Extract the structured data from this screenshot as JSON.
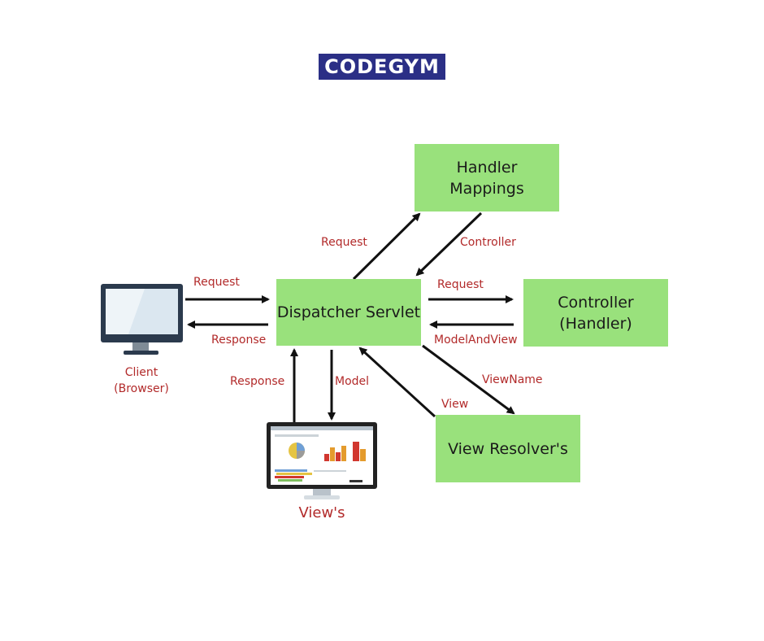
{
  "logo": {
    "text": "CODEGYM",
    "bg_color": "#2b2f86"
  },
  "nodes": {
    "handler_mappings": "Handler\nMappings",
    "dispatcher_servlet": "Dispatcher Servlet",
    "controller": "Controller\n(Handler)",
    "view_resolver": "View Resolver's"
  },
  "devices": {
    "client": {
      "label": "Client\n(Browser)",
      "icon": "monitor-icon"
    },
    "views": {
      "label": "View's",
      "icon": "dashboard-monitor-icon"
    }
  },
  "edges": {
    "client_request": "Request",
    "client_response": "Response",
    "handler_request": "Request",
    "handler_controller": "Controller",
    "controller_request": "Request",
    "model_and_view": "ModelAndView",
    "view_name": "ViewName",
    "view": "View",
    "view_response": "Response",
    "model": "Model"
  },
  "colors": {
    "box": "#99e17c",
    "label": "#b22a2a",
    "arrow": "#111111"
  }
}
